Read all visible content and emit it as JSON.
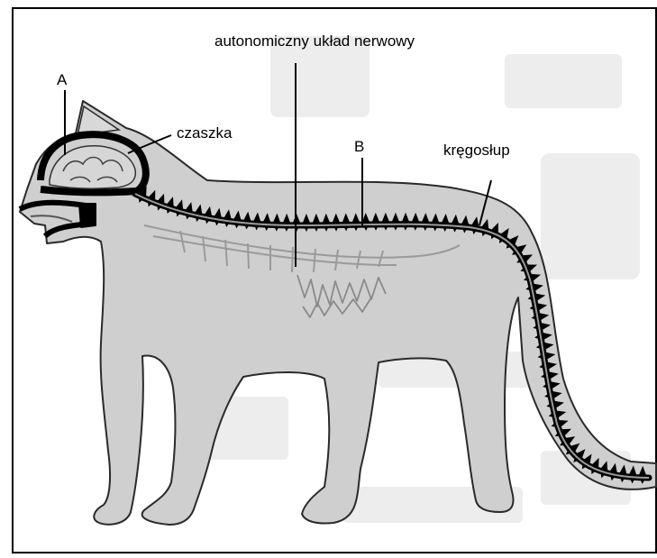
{
  "labels": {
    "autonomic": "autonomiczny układ nerwowy",
    "a": "A",
    "skull": "czaszka",
    "b": "B",
    "spine": "kręgosłup"
  },
  "colors": {
    "body_fill": "#cfcfcf",
    "outline": "#2a2a2a",
    "nerve_black": "#000000",
    "nerve_gray": "#9a9a9a",
    "background_ghost": "#ececec",
    "frame": "#000000"
  }
}
